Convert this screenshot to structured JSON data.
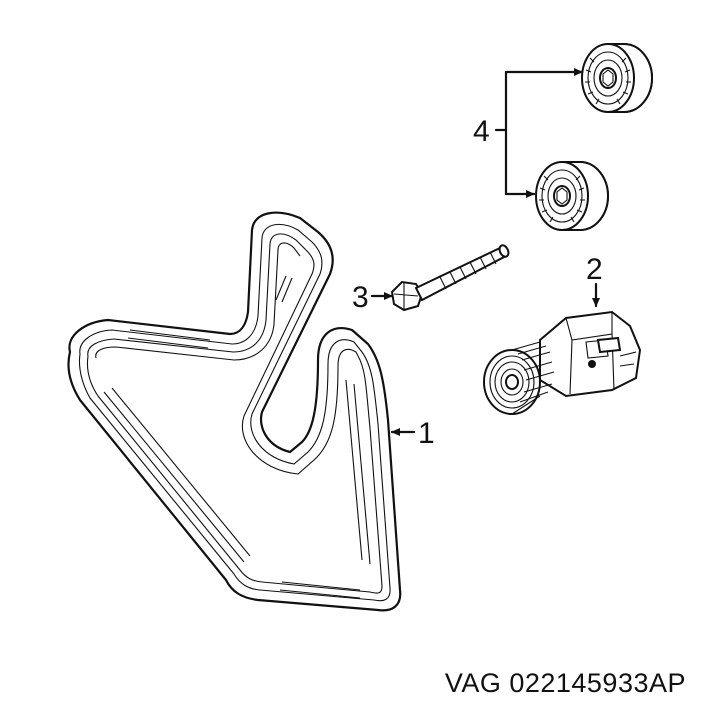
{
  "callouts": {
    "belt": "1",
    "tensioner": "2",
    "bolt": "3",
    "idlers": "4"
  },
  "caption": "VAG 022145933AP",
  "colors": {
    "ink": "#111111",
    "background": "#ffffff"
  }
}
